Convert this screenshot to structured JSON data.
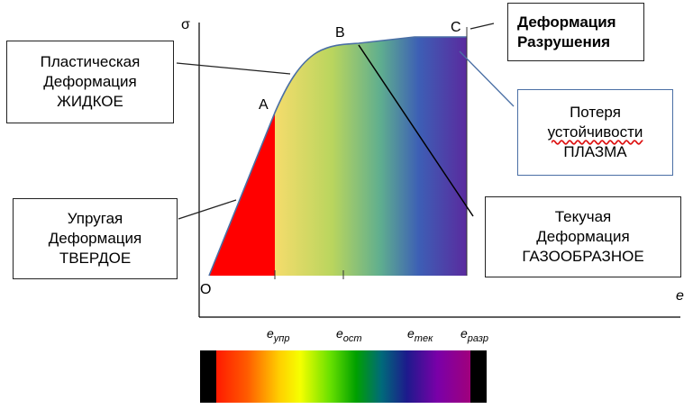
{
  "axes": {
    "y_symbol": "σ",
    "x_symbol": "e"
  },
  "points": {
    "O": "O",
    "A": "A",
    "B": "B",
    "C": "C"
  },
  "strain_labels": [
    {
      "base": "e",
      "sub": "упр"
    },
    {
      "base": "e",
      "sub": "ост"
    },
    {
      "base": "e",
      "sub": "тек"
    },
    {
      "base": "e",
      "sub": "разр"
    }
  ],
  "boxes": {
    "plastic": [
      "Пластическая",
      "Деформация",
      "ЖИДКОЕ"
    ],
    "elastic": [
      "Упругая",
      "Деформация",
      "ТВЕРДОЕ"
    ],
    "destruction": [
      "Деформация",
      "Разрушения"
    ],
    "instability": [
      "Потеря",
      "устойчивости",
      "ПЛАЗМА"
    ],
    "fluid": [
      "Текучая",
      "Деформация",
      "ГАЗООБРАЗНОЕ"
    ]
  },
  "colors": {
    "elastic_fill": "#ff0000",
    "plastic_start": "#f2dd6a",
    "plastic_mid": "#9fcf5a",
    "plastic_end": "#5a2fa0",
    "leader": "#222222",
    "leader_blue": "#4a6fa5"
  }
}
